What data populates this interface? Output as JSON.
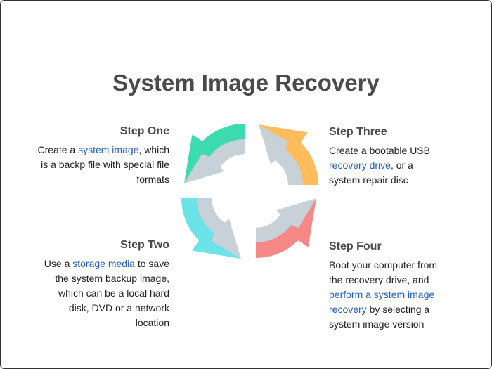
{
  "title": "System Image Recovery",
  "steps": {
    "one": {
      "heading": "Step One",
      "body": [
        {
          "t": "Create a "
        },
        {
          "t": "system image",
          "link": true
        },
        {
          "t": ", which is a backp file with special file formats"
        }
      ]
    },
    "two": {
      "heading": "Step Two",
      "body": [
        {
          "t": "Use a "
        },
        {
          "t": "storage media",
          "link": true
        },
        {
          "t": " to save the system backup image, which can be a local hard disk, DVD or a network location"
        }
      ]
    },
    "three": {
      "heading": "Step Three",
      "body": [
        {
          "t": "Create a bootable USB r"
        },
        {
          "t": "ecovery drive",
          "link": true
        },
        {
          "t": ", or a system repair disc"
        }
      ]
    },
    "four": {
      "heading": "Step Four",
      "body": [
        {
          "t": "Boot your computer from the recovery drive, and "
        },
        {
          "t": "perform a system image recovery",
          "link": true
        },
        {
          "t": " by selecting a system image version"
        }
      ]
    }
  },
  "colors": {
    "step_one": "#3cdbb0",
    "step_three": "#ffbb5c",
    "step_four": "#f68888",
    "step_two": "#6be3e8",
    "inner": "#c8d0d8",
    "link": "#1f5fc4"
  }
}
